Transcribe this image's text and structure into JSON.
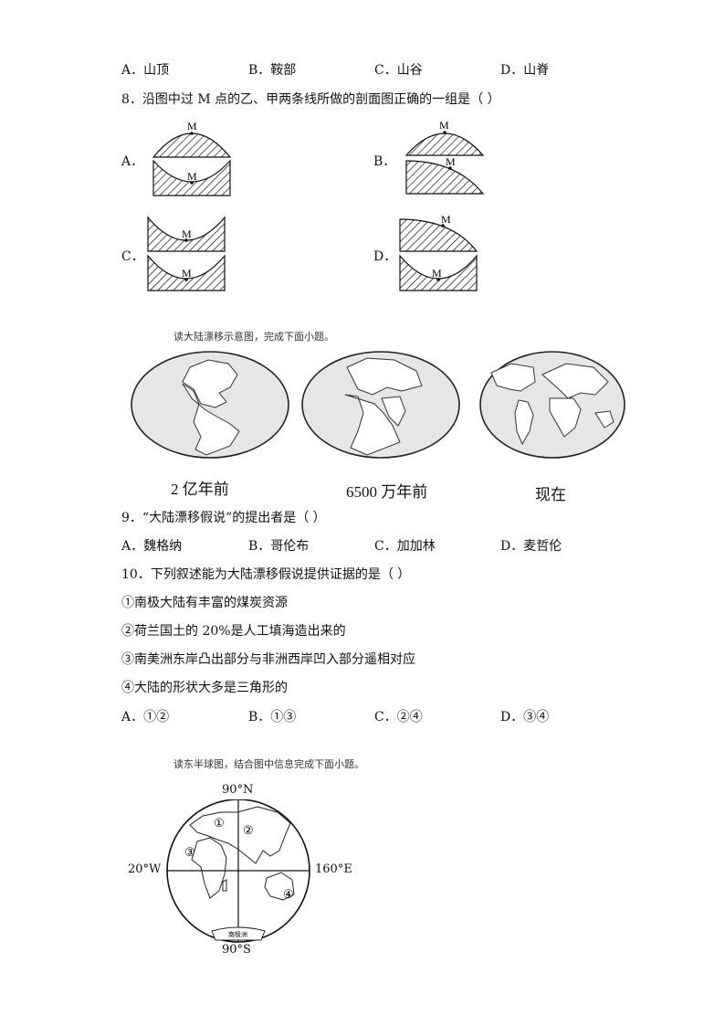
{
  "q7_options": {
    "a": "A．山顶",
    "b": "B．鞍部",
    "c": "C．山谷",
    "d": "D．山脊"
  },
  "q8": {
    "question": "8．沿图中过 M 点的乙、甲两条线所做的剖面图正确的一组是（    ）",
    "labels": {
      "a": "A．",
      "b": "B．",
      "c": "C．",
      "d": "D．"
    },
    "marker": "M"
  },
  "drift": {
    "caption": "读大陆漂移示意图，完成下面小题。",
    "labels": [
      "2 亿年前",
      "6500 万年前",
      "现在"
    ]
  },
  "q9": {
    "question": "9．“大陆漂移假说”的提出者是（    ）",
    "options": {
      "a": "A．魏格纳",
      "b": "B．哥伦布",
      "c": "C．加加林",
      "d": "D．麦哲伦"
    }
  },
  "q10": {
    "question": "10．下列叙述能为大陆漂移假说提供证据的是（    ）",
    "items": [
      "①南极大陆有丰富的煤炭资源",
      "②荷兰国土的 20%是人工填海造出来的",
      "③南美洲东岸凸出部分与非洲西岸凹入部分遥相对应",
      "④大陆的形状大多是三角形的"
    ],
    "options": {
      "a": "A．①②",
      "b": "B．①③",
      "c": "C．②④",
      "d": "D．③④"
    }
  },
  "hemisphere": {
    "caption": "读东半球图，结合图中信息完成下面小题。",
    "north": "90°N",
    "south": "90°S",
    "west": "20°W",
    "east": "160°E",
    "regions": [
      "①",
      "②",
      "③",
      "④"
    ],
    "antarctica": "南极洲"
  }
}
